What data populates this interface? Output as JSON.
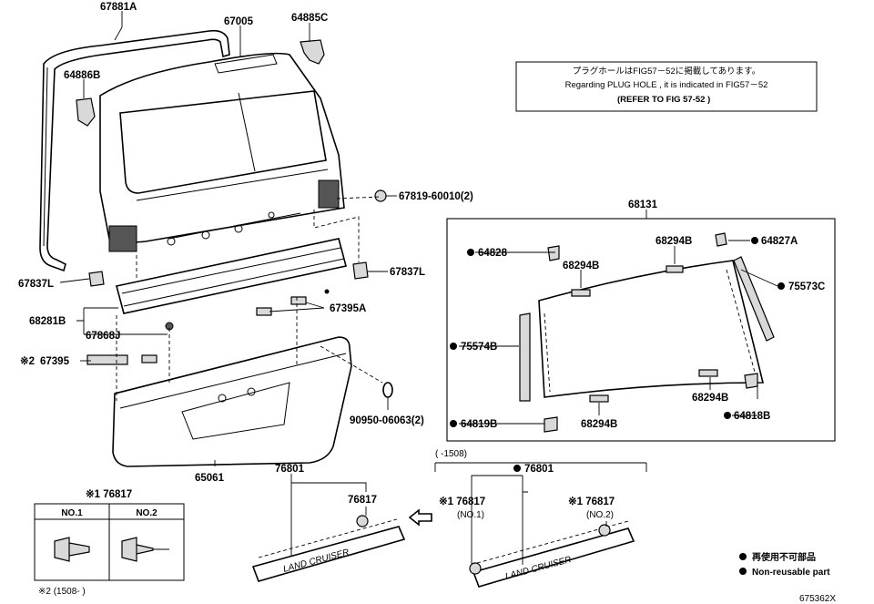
{
  "labels": {
    "l67881A": "67881A",
    "l67005": "67005",
    "l64885C": "64885C",
    "l64886B": "64886B",
    "l67819": "67819-60010(2)",
    "l67837L_a": "67837L",
    "l67837L_b": "67837L",
    "l68281B": "68281B",
    "l67868J": "67868J",
    "l67395A": "67395A",
    "l67395": "67395",
    "mark2_a": "※2",
    "l90950": "90950-06063(2)",
    "l65061": "65061",
    "l68131": "68131",
    "l64828": "64828",
    "l68294B_1": "68294B",
    "l68294B_2": "68294B",
    "l68294B_3": "68294B",
    "l68294B_4": "68294B",
    "l64827A": "64827A",
    "l75573C": "75573C",
    "l75574B": "75574B",
    "l64819B": "64819B",
    "l64818B": "64818B",
    "l76801_a": "76801",
    "l76817_a": "76817",
    "l76801_b": "76801",
    "l76817_b1": "※1 76817",
    "l76817_b2": "※1 76817",
    "no1_paren": "(NO.1)",
    "no2_paren": "(NO.2)",
    "range_start": "(     -1508)",
    "l76817_table": "※1 76817",
    "footnote2": "※2 (1508-     )",
    "figure_id": "675362X"
  },
  "note_box": {
    "line1": "プラグホールはFIG57－52に掲載してあります。",
    "line2": "Regarding PLUG HOLE , it is indicated in FIG57－52",
    "line3": "(REFER TO FIG 57-52     )"
  },
  "clip_table": {
    "col1": "NO.1",
    "col2": "NO.2"
  },
  "legend": {
    "jp": "再使用不可部品",
    "en": "Non-reusable part"
  },
  "emblem_text": "LAND CRUISER"
}
